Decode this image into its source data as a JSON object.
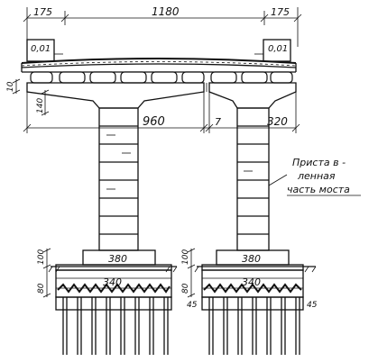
{
  "dimensions": {
    "left_overhang": "175",
    "span_total": "1180",
    "right_overhang": "175",
    "left_slope": "0,01",
    "right_slope": "0,01",
    "cap_height": "10",
    "haunch_depth": "140",
    "cap_span": "960",
    "cap_gap": "7",
    "cap_cantilever": "320",
    "footing_top_left": "380",
    "footing_top_right": "380",
    "footing_base_left": "340",
    "footing_base_right": "340",
    "footing_height_left": "100",
    "footing_height_right": "100",
    "slab_height_left": "80",
    "slab_height_right": "80",
    "pile_edge_left": "45",
    "pile_edge_right": "45"
  },
  "annotation": {
    "line1": "Приста в -",
    "line2": "ленная",
    "line3": "часть моста"
  },
  "colors": {
    "ink": "#111111",
    "paper": "#ffffff"
  }
}
